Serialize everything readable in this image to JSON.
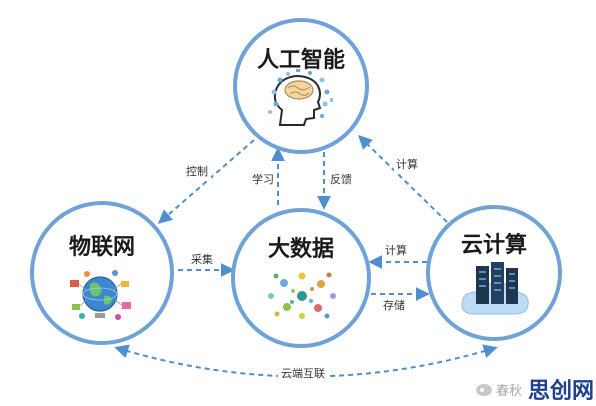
{
  "nodes": {
    "ai": {
      "label": "人工智能",
      "icon": "ai-brain-icon"
    },
    "iot": {
      "label": "物联网",
      "icon": "iot-globe-icon"
    },
    "bigdata": {
      "label": "大数据",
      "icon": "bigdata-dots-icon"
    },
    "cloud": {
      "label": "云计算",
      "icon": "cloud-server-icon"
    }
  },
  "edges": {
    "control": {
      "label": "控制",
      "from": "ai",
      "to": "iot"
    },
    "learn": {
      "label": "学习",
      "from": "bigdata",
      "to": "ai"
    },
    "feedback": {
      "label": "反馈",
      "from": "ai",
      "to": "bigdata"
    },
    "compute_ai": {
      "label": "计算",
      "from": "cloud",
      "to": "ai"
    },
    "collect": {
      "label": "采集",
      "from": "iot",
      "to": "bigdata"
    },
    "compute_bd": {
      "label": "计算",
      "from": "cloud",
      "to": "bigdata"
    },
    "storage": {
      "label": "存储",
      "from": "bigdata",
      "to": "cloud"
    },
    "cloud_edge": {
      "label": "云端互联",
      "from": "iot",
      "to": "cloud"
    }
  },
  "watermark": {
    "logo_text": "思创网",
    "sub_text": "春秋"
  },
  "colors": {
    "circle_border": "#6fa2d6",
    "arrow": "#4f8fcf",
    "brand": "#1f3f8f"
  }
}
